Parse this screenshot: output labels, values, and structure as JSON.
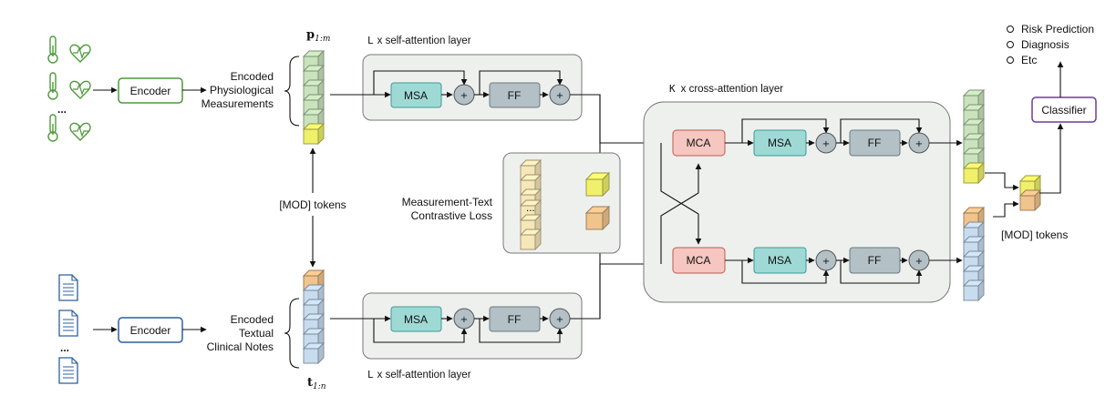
{
  "colors": {
    "green_cube": "#c9e3bd",
    "yellow_cube": "#f0f06a",
    "orange_cube": "#f1c48d",
    "blue_cube": "#c8dcef",
    "faded_cube": "#f6e7b9",
    "msa_fill": "#9fd9d5",
    "ff_fill": "#b3c0c6",
    "mca_fill": "#f5c7c0",
    "panel_fill": "#eef0ee",
    "encoder_green": "#4c9a3a",
    "encoder_blue": "#2c5f9e",
    "classifier_purple": "#6a3d9a"
  },
  "icons": {
    "physio": [
      "thermometer-icon",
      "heart-rate-icon"
    ],
    "notes": "document-icon"
  },
  "inputs": {
    "ellipsis": "..."
  },
  "encoders": {
    "top": "Encoder",
    "bottom": "Encoder"
  },
  "labels": {
    "encoded_phys": [
      "Encoded",
      "Physiological",
      "Measurements"
    ],
    "encoded_text": [
      "Encoded",
      "Textual",
      "Clinical Notes"
    ],
    "p_main": "p",
    "p_sub": "1:m",
    "t_main": "t",
    "t_sub": "1:n",
    "mod_tokens_left": "[MOD] tokens",
    "mod_tokens_right": "[MOD] tokens",
    "contrastive": [
      "Measurement-Text",
      "Contrastive Loss"
    ],
    "contrastive_dots": "..."
  },
  "self_attention": {
    "layer_label_prefix": "L",
    "layer_label_text": "x self-attention layer",
    "msa": "MSA",
    "ff": "FF",
    "plus": "+"
  },
  "cross_attention": {
    "layer_label_prefix": "K",
    "layer_label_text": "x cross-attention layer",
    "mca": "MCA",
    "msa": "MSA",
    "ff": "FF",
    "plus": "+"
  },
  "classifier": {
    "label": "Classifier",
    "outputs": [
      "Risk Prediction",
      "Diagnosis",
      "Etc"
    ]
  }
}
